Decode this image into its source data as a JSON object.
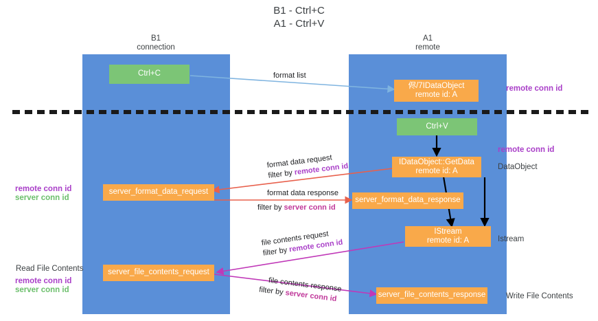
{
  "title": {
    "line1": "B1 - Ctrl+C",
    "line2": "A1 - Ctrl+V"
  },
  "lanes": [
    {
      "name": "B1",
      "sub": "connection",
      "color": "#5a8fd8"
    },
    {
      "name": "A1",
      "sub": "remote",
      "color": "#5a8fd8"
    }
  ],
  "colors": {
    "lane": "#5a8fd8",
    "box_orange": "#f9a94a",
    "box_green": "#7cc576",
    "arrow_blue": "#7fb4e0",
    "arrow_red": "#e8604c",
    "arrow_magenta": "#c038b8",
    "arrow_black": "#000000",
    "text_purple": "#a93fc8",
    "text_green": "#6cbf6c",
    "text_magenta": "#c0389a",
    "divider": "#1a1a1a"
  },
  "boxes": {
    "ctrl_c": {
      "line1": "Ctrl+C",
      "line2": ""
    },
    "ctrl_v": {
      "line1": "Ctrl+V",
      "line2": ""
    },
    "idataobject": {
      "line1": "侭/7IDataObject",
      "line2": "remote id: A"
    },
    "getdata": {
      "line1": "IDataObject::GetData",
      "line2": "remote id: A"
    },
    "istream": {
      "line1": "IStream",
      "line2": "remote id: A"
    },
    "server_format_data_request": {
      "line1": "server_format_data_request",
      "line2": ""
    },
    "server_format_data_response": {
      "line1": "server_format_data_response",
      "line2": ""
    },
    "server_file_contents_request": {
      "line1": "server_file_contents_request",
      "line2": ""
    },
    "server_file_contents_response": {
      "line1": "server_file_contents_response",
      "line2": ""
    }
  },
  "arrow_labels": {
    "format_list": "format list",
    "format_data_request": "format data request",
    "format_data_request_filter_prefix": "filter by ",
    "format_data_request_filter_value": "remote conn id",
    "format_data_response": "format data response",
    "format_data_response_filter_prefix": "filter by ",
    "format_data_response_filter_value": "server conn id",
    "file_contents_request": "file contents request",
    "file_contents_request_filter_prefix": "filter by ",
    "file_contents_request_filter_value": "remote conn id",
    "file_contents_response": "file contents response",
    "file_contents_response_filter_prefix": "filter by ",
    "file_contents_response_filter_value": "server conn id"
  },
  "side_labels": {
    "right_remote_conn_id_top": "remote conn id",
    "right_remote_conn_id_mid": "remote conn id",
    "right_dataobject": "DataObject",
    "right_istream": "Istream",
    "right_write_file_contents": "Write File Contents",
    "left_remote_conn_id_mid": "remote conn id",
    "left_server_conn_id_mid": "server conn id",
    "left_read_file_contents": "Read File Contents",
    "left_remote_conn_id_bottom": "remote conn id",
    "left_server_conn_id_bottom": "server conn id"
  }
}
